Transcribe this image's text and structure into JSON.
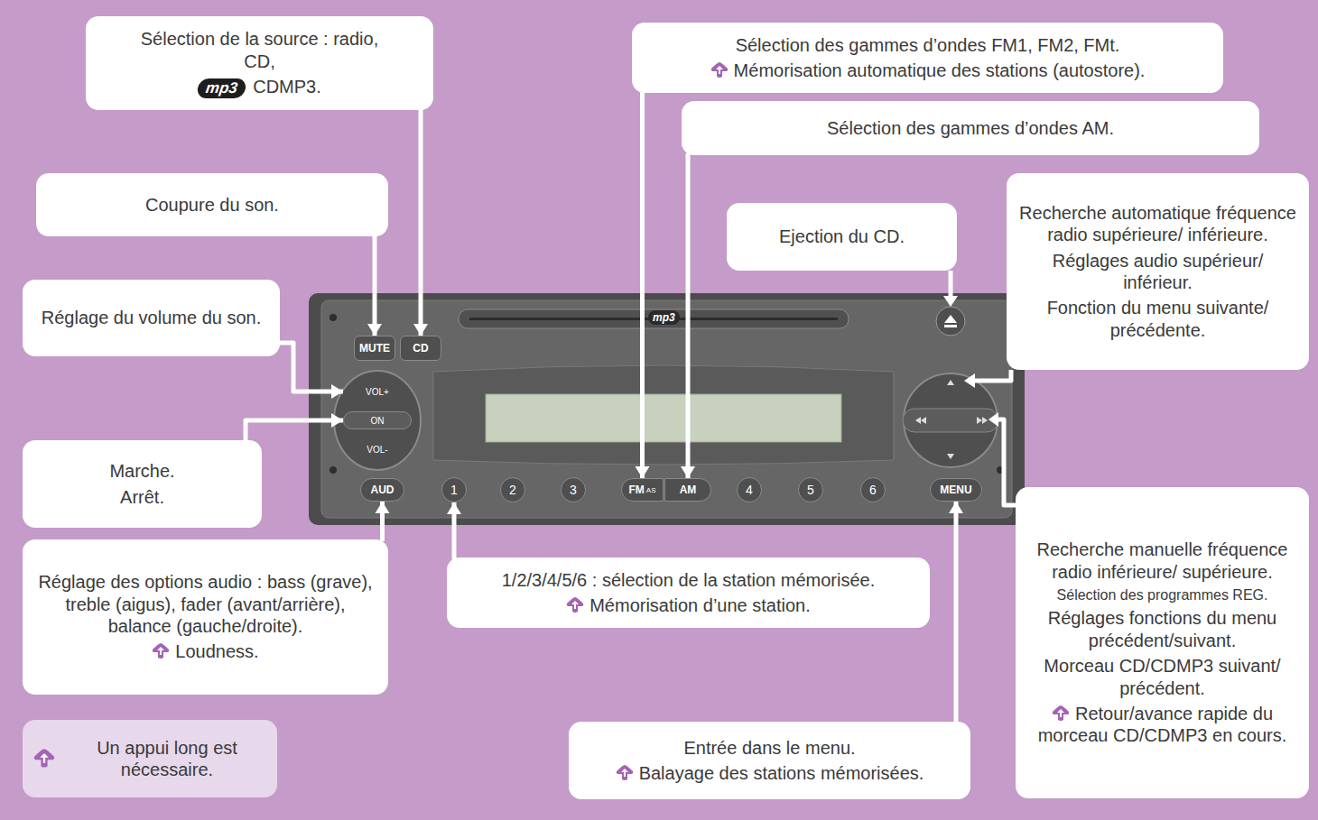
{
  "diagram": {
    "nodes": [
      {
        "text": [
          "Sélection de la source : radio, CD,",
          "mp3",
          "CDMP3."
        ]
      },
      {
        "text": [
          "Sélection des gammes d’ondes FM1, FM2, FMt.",
          "Mémorisation automatique des stations (autostore)."
        ]
      },
      {
        "text": [
          "Coupure du son."
        ]
      },
      {
        "text": [
          "Sélection des gammes d’ondes AM."
        ]
      },
      {
        "text": [
          "Ejection du CD."
        ]
      },
      {
        "text": [
          "Recherche automatique fréquence radio supérieure/ inférieure.",
          "Réglages audio supérieur/ inférieur.",
          "Fonction du menu suivante/ précédente."
        ]
      },
      {
        "text": [
          "Réglage du volume du son."
        ]
      },
      {
        "text": [
          "MUTE"
        ]
      },
      {
        "text": [
          "CD"
        ]
      },
      {
        "text": [
          "VOL+"
        ]
      },
      {
        "text": [
          "ON"
        ]
      },
      {
        "text": [
          "VOL-"
        ]
      },
      {
        "text": [
          "Marche.",
          "Arrêt."
        ]
      },
      {
        "text": [
          "AUD"
        ]
      },
      {
        "text": [
          "1"
        ]
      },
      {
        "text": [
          "2"
        ]
      },
      {
        "text": [
          "3"
        ]
      },
      {
        "text": [
          "FM",
          "AS"
        ]
      },
      {
        "text": [
          "AM"
        ]
      },
      {
        "text": [
          "4"
        ]
      },
      {
        "text": [
          "5"
        ]
      },
      {
        "text": [
          "6"
        ]
      },
      {
        "text": [
          "MENU"
        ]
      },
      {
        "text": [
          "Réglage des options audio : bass (grave), treble (aigus), fader (avant/arrière), balance (gauche/droite).",
          "Loudness."
        ]
      },
      {
        "text": [
          "1/2/3/4/5/6 : sélection de la station mémorisée.",
          "Mémorisation d’une station."
        ]
      },
      {
        "text": [
          "Recherche manuelle fréquence radio inférieure/ supérieure.",
          "Sélection des programmes REG.",
          "Réglages fonctions du menu précédent/suivant.",
          "Morceau CD/CDMP3 suivant/ précédent.",
          "Retour/avance rapide du morceau CD/CDMP3 en cours."
        ]
      },
      {
        "text": [
          "Entrée dans le menu.",
          "Balayage des stations mémorisées."
        ]
      }
    ],
    "edges": [
      {
        "from": 0,
        "to": 8,
        "arrow": "to"
      },
      {
        "from": 1,
        "to": 17,
        "arrow": "to"
      },
      {
        "from": 2,
        "to": 7,
        "arrow": "to"
      },
      {
        "from": 3,
        "to": 18,
        "arrow": "to"
      },
      {
        "from": 6,
        "to": 9,
        "arrow": "to"
      },
      {
        "from": 12,
        "to": 10,
        "arrow": "to"
      },
      {
        "from": 23,
        "to": 13,
        "arrow": "to"
      },
      {
        "from": 24,
        "to": 14,
        "arrow": "to"
      },
      {
        "from": 26,
        "to": 22,
        "arrow": "to"
      }
    ],
    "labels": [
      "mp3"
    ],
    "legend": [
      {
        "text": "Un appui long est nécessaire."
      }
    ]
  }
}
